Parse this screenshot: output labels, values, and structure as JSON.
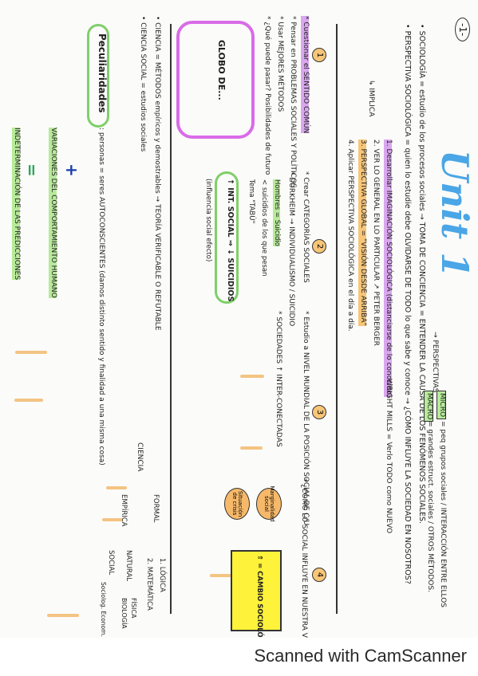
{
  "page_number": "-1-",
  "title": "Unit 1",
  "s1": "• SOCIOLOGÍA = estudio de los procesos sociales → TOMA DE CONCIENCIA = ENTENDER LA CAUSA DE LOS FENÓMENOS SOCIALES.",
  "s2": "• PERSPECTIVA SOCIOLÓGICA = quien lo estudie debe OLVIDARSE DE TODO lo que sabe y conoce → ¿CÓMO INFLUYE LA SOCIEDAD EN NOSOTROS?",
  "perspectivas": "→ PERSPECTIVAS",
  "micro": "MICRO",
  "micro_def": "= peq grupos sociales / INTERACCIÓN ENTRE ELLOS",
  "macro": "MACRO",
  "macro_def": "= grandes estruct. sociales / OTROS MÉTODOS.",
  "implica": "↳ IMPLICA",
  "i1": "1. Desarrollar IMAGINACIÓN SOCIOLÓGICA (distanciarse de lo conocido)",
  "i1b": "WRIGHT MILLS = Verlo TODO como NUEVO",
  "i2": "2. VER LO GENERAL EN LO PARTICULAR ↗ PETER BERGER",
  "i3": "3. PERSPECTIVA GLOBAL = \"VISIÓN DESDE ARRIBA\"",
  "i4": "4. Aplicar PERSPECTIVA SOCIOLÓGICA en el día a día.",
  "c1_num": "1",
  "c1a": "* Cuestionar el SENTIDO COMÚN",
  "c1b": "* Pensar en PROBLEMAS SOCIALES Y POLÍTICOS",
  "c1c": "* Usar MEJORES MÉTODOS",
  "c1d": "* ¿Qué puede pasar? Posibilidades de futuro",
  "globe": "GLOBO DE...",
  "c2_num": "2",
  "c2a": "* Crear CATEGORÍAS SOCIALES",
  "c2b": "* DURKHEIM → INDIVIDUALISMO / SUICIDIO",
  "c2c": "Hombres = Suicidio",
  "c2d": "< suicidios de los que pesan",
  "c2e": "Tema \"TABÚ\"",
  "c2f": "↑ INT. SOCIAL ⇒ ↓ SUICIDIOS",
  "c2g": "(influencia social efecto)",
  "c3_num": "3",
  "c3a": "* Estudio a NIVEL MUNDIAL DE LA POSICIÓN SOCIAL DE C/U",
  "c3b": "* SOCIEDADES ↑ INTER-CONECTADAS",
  "c4_num": "4",
  "c4a": "* ¿CÓMO LO SOCIAL INFLUYE EN NUESTRA VIDA?",
  "cloud1": "Marginalidad social",
  "cloud2": "Situación de crisis",
  "yellow": "⇑ = CAMBIO SOCIOLÓGICO",
  "ciencia": "• CIENCIA = MÉTODOS empíricos y demostrables → TEORÍA VERIFICABLE O REFUTABLE",
  "ciencia_social": "• CIENCIA SOCIAL = estudios sociales",
  "ciencia_label": "CIENCIA",
  "formal": "FORMAL",
  "logica": "1. LÓGICA",
  "matematica": "2. MATEMÁTICA",
  "empirica": "EMPÍRICA",
  "natural": "NATURAL",
  "fisica": "FÍSICA",
  "biologia": "BIOLOGÍA",
  "social": "SOCIAL",
  "sociales_list": "Sociolog. Econom. Geograf.",
  "peculiaridades": "Peculiaridades",
  "p1": ": personas = seres AUTOCONSCIENTES (damos distinto sentido y finalidad a una misma cosa)",
  "p2": "VARIACIONES DEL COMPORTAMIENTO HUMANO",
  "p3": "INDETERMINACIÓN DE LAS PREDICCIONES",
  "plus": "+",
  "equals": "=",
  "footer": "Scanned with CamScanner"
}
